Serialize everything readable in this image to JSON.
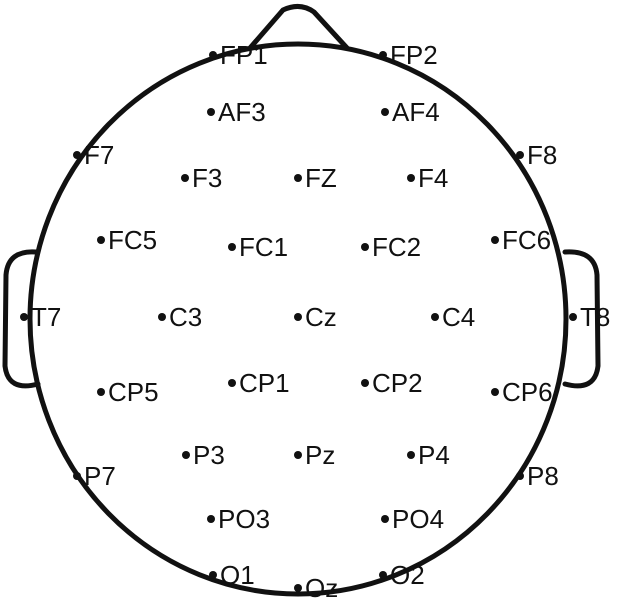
{
  "colors": {
    "ink": "#111111",
    "background": "#ffffff"
  },
  "electrodes": [
    {
      "label": "FP1"
    },
    {
      "label": "FP2"
    },
    {
      "label": "AF3"
    },
    {
      "label": "AF4"
    },
    {
      "label": "F7"
    },
    {
      "label": "F3"
    },
    {
      "label": "FZ"
    },
    {
      "label": "F4"
    },
    {
      "label": "F8"
    },
    {
      "label": "FC5"
    },
    {
      "label": "FC1"
    },
    {
      "label": "FC2"
    },
    {
      "label": "FC6"
    },
    {
      "label": "T7"
    },
    {
      "label": "C3"
    },
    {
      "label": "Cz"
    },
    {
      "label": "C4"
    },
    {
      "label": "T8"
    },
    {
      "label": "CP5"
    },
    {
      "label": "CP1"
    },
    {
      "label": "CP2"
    },
    {
      "label": "CP6"
    },
    {
      "label": "P7"
    },
    {
      "label": "P3"
    },
    {
      "label": "Pz"
    },
    {
      "label": "P4"
    },
    {
      "label": "P8"
    },
    {
      "label": "PO3"
    },
    {
      "label": "PO4"
    },
    {
      "label": "O1"
    },
    {
      "label": "Oz"
    },
    {
      "label": "O2"
    }
  ]
}
